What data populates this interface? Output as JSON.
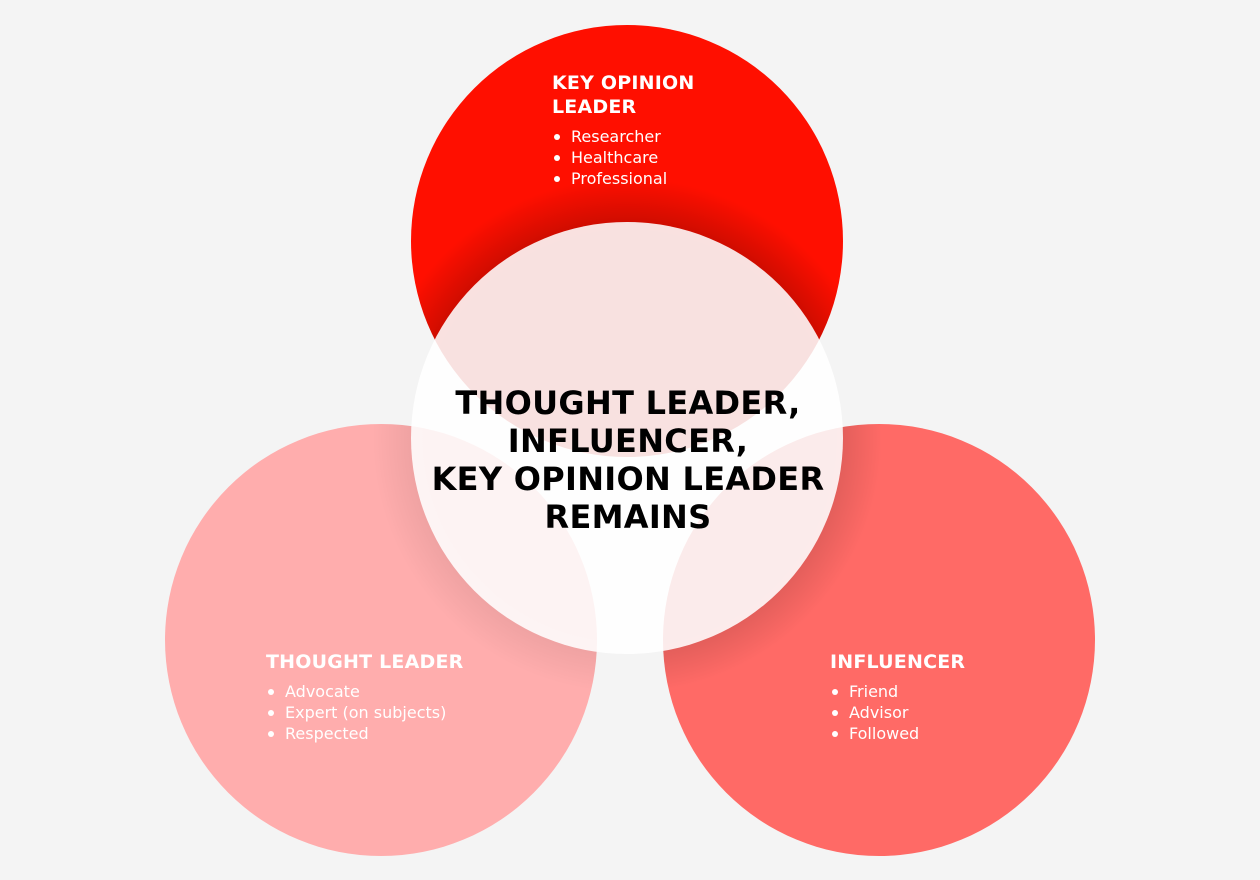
{
  "diagram": {
    "center": {
      "lines": [
        "THOUGHT LEADER,",
        "INFLUENCER,",
        "KEY OPINION LEADER",
        "REMAINS"
      ]
    },
    "key_opinion_leader": {
      "title_lines": [
        "KEY OPINION",
        "LEADER"
      ],
      "items": [
        "Researcher",
        "Healthcare",
        "Professional"
      ],
      "color": "#ff0f00"
    },
    "thought_leader": {
      "title": "THOUGHT LEADER",
      "items": [
        "Advocate",
        "Expert (on subjects)",
        "Respected"
      ],
      "color": "#ffadad"
    },
    "influencer": {
      "title": "INFLUENCER",
      "items": [
        "Friend",
        "Advisor",
        "Followed"
      ],
      "color": "#ff6a66"
    },
    "center_circle_color": "#ffffff",
    "background_color": "#f4f4f4"
  }
}
